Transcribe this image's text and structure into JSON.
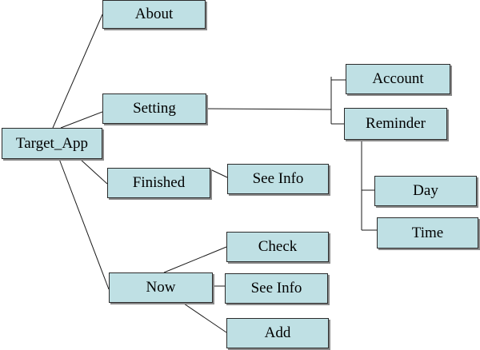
{
  "colors": {
    "node_fill": "#bfe0e4",
    "node_border": "#2b2b2b",
    "connector": "#1a1a1a",
    "background": "#ffffff"
  },
  "nodes": {
    "root": "Target_App",
    "about": "About",
    "setting": "Setting",
    "account": "Account",
    "reminder": "Reminder",
    "day": "Day",
    "time": "Time",
    "finished": "Finished",
    "finished_see_info": "See Info",
    "now": "Now",
    "check": "Check",
    "now_see_info": "See Info",
    "add": "Add"
  }
}
